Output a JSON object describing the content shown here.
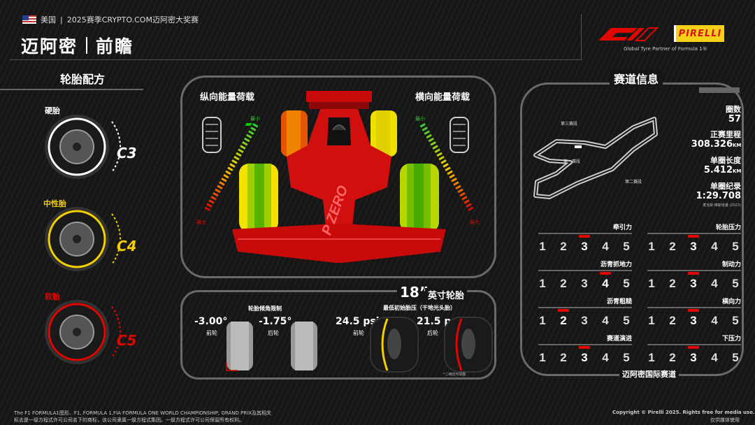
{
  "header": {
    "location": "美国",
    "event": "2025赛季CRYPTO.COM迈阿密大奖赛",
    "title_left": "迈阿密",
    "title_right": "前瞻",
    "partner": "Global Tyre Partner of Formula 1®",
    "brand": "PIRELLI"
  },
  "tyres": {
    "section_title": "轮胎配方",
    "items": [
      {
        "label": "硬胎",
        "compound": "C3",
        "color": "#ffffff"
      },
      {
        "label": "中性胎",
        "compound": "C4",
        "color": "#f5d000"
      },
      {
        "label": "软胎",
        "compound": "C5",
        "color": "#e10600"
      }
    ]
  },
  "energy": {
    "longitudinal": "纵向能量荷载",
    "lateral": "横向能量荷载",
    "min": "最小",
    "max": "最大"
  },
  "car_text": "P ZERO",
  "bottom_panel": {
    "size_big": "18”",
    "size_label": "英寸轮胎",
    "camber_title": "轮胎倾角限制",
    "camber_front": "-3.00°",
    "camber_front_label": "前轮",
    "camber_rear": "-1.75°",
    "camber_rear_label": "后轮",
    "pressure_title": "最低初始胎压（干地光头胎）",
    "pressure_front": "24.5 psi",
    "pressure_front_label": "前轮",
    "pressure_rear": "21.5 psi",
    "pressure_rear_label": "后轮",
    "pressure_note": "*二维迈可调整"
  },
  "circuit": {
    "section_title": "赛道信息",
    "sector3": "第三赛段",
    "sector1": "第一赛段",
    "sector2": "第二赛段",
    "laps_label": "圈数",
    "laps": "57",
    "distance_label": "正赛里程",
    "distance": "308.326",
    "distance_unit": "KM",
    "length_label": "单圈长度",
    "length": "5.412",
    "length_unit": "KM",
    "record_label": "单圈纪录",
    "record": "1:29.708",
    "record_holder": "麦克斯·维斯塔潘 (2023)",
    "name": "迈阿密国际赛道"
  },
  "ratings": [
    {
      "label": "牵引力",
      "value": 3
    },
    {
      "label": "轮胎压力",
      "value": 3
    },
    {
      "label": "沥青抓地力",
      "value": 4
    },
    {
      "label": "制动力",
      "value": 3
    },
    {
      "label": "沥青粗糙",
      "value": 2
    },
    {
      "label": "横向力",
      "value": 3
    },
    {
      "label": "赛道演进",
      "value": 3
    },
    {
      "label": "下压力",
      "value": 3
    }
  ],
  "rating_scale": [
    "1",
    "2",
    "3",
    "4",
    "5"
  ],
  "footer": {
    "left_line1": "The F1 FORMULA1图形、F1, FORMULA 1,FIA FORMULA ONE WORLD CHAMPIONSHIP, GRAND PRIX及其相关",
    "left_line2": "标志是一级方程式许可公司名下的商标，该公司隶属一级方程式集团。一级方程式许可公司保留所有权利。",
    "right_line1": "Copyright © Pirelli 2025. Rights free for media use.",
    "right_line2": "仅供媒体使用"
  }
}
